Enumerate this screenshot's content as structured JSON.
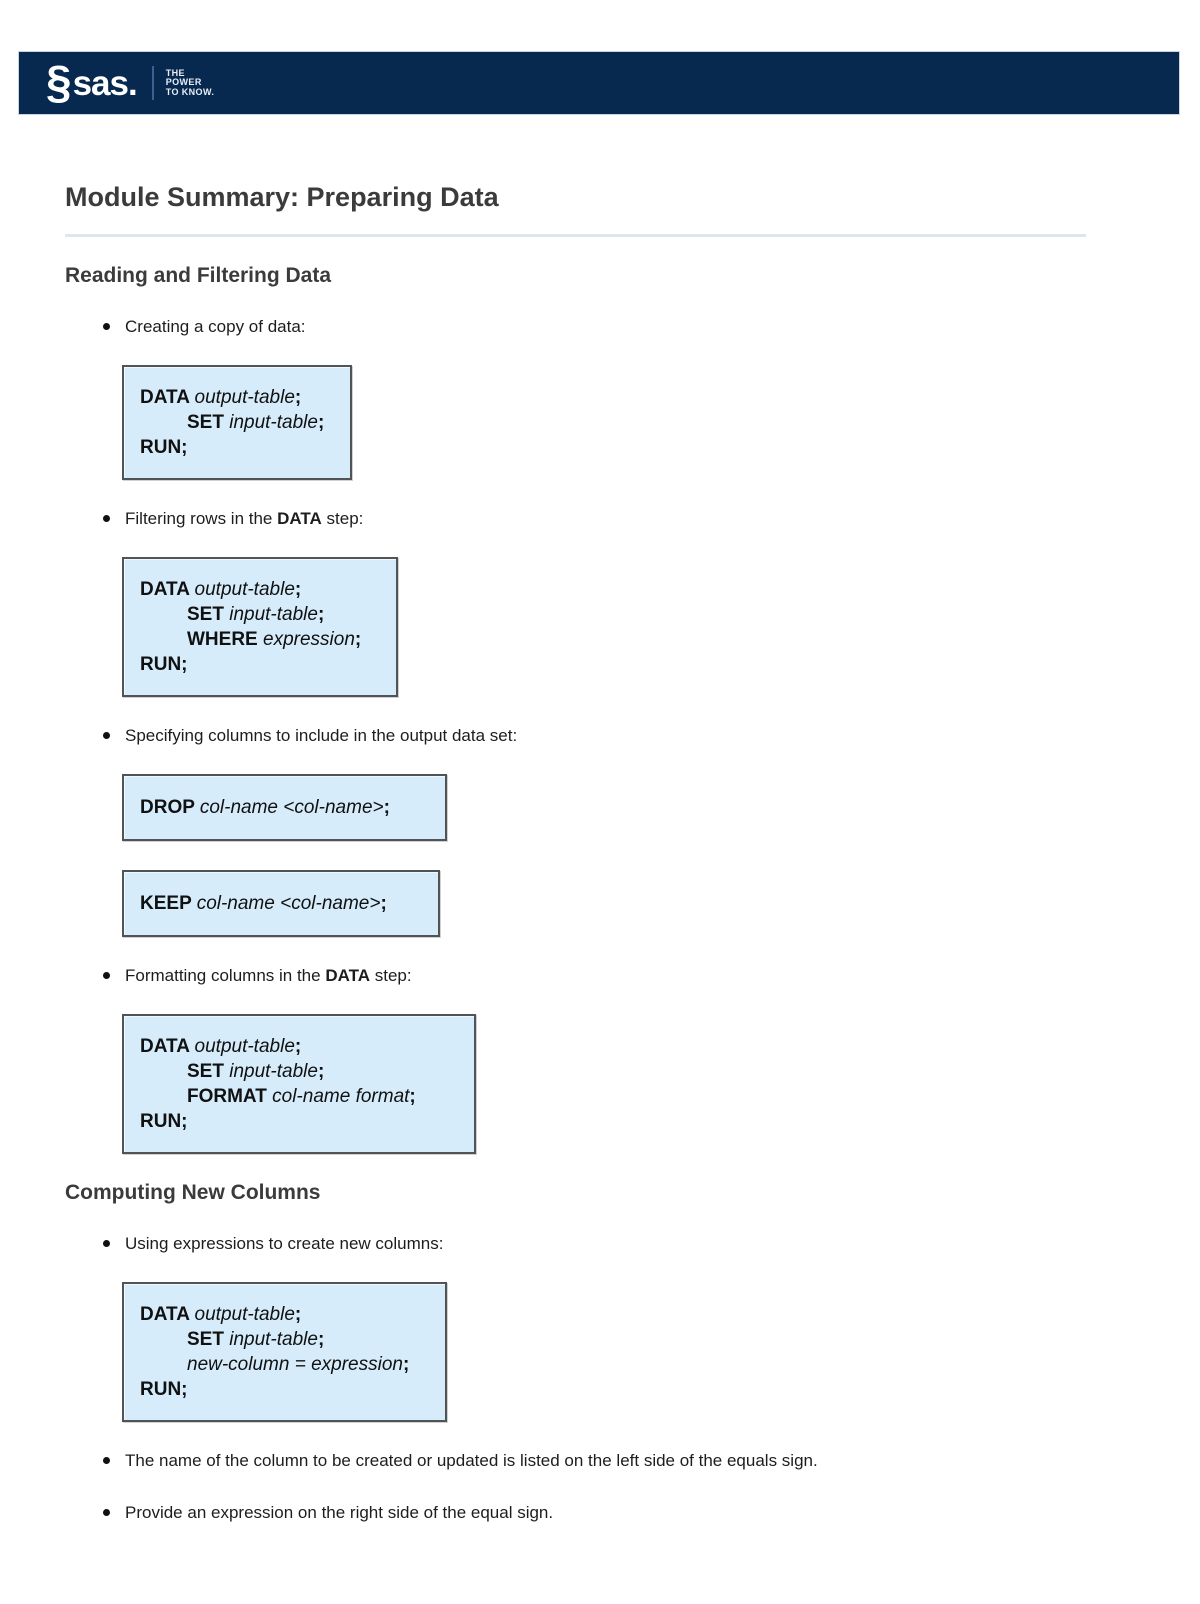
{
  "header": {
    "swirl": "§",
    "logo_text": "sas.",
    "tagline": [
      "THE",
      "POWER",
      "TO KNOW."
    ]
  },
  "title": "Module Summary: Preparing Data",
  "reading": {
    "heading": "Reading and Filtering Data",
    "bullets": {
      "copy": {
        "pre": "Creating a copy of data:",
        "bold": "",
        "post": ""
      },
      "filter": {
        "pre": "Filtering rows in the ",
        "bold": "DATA",
        "post": " step:"
      },
      "specify": {
        "pre": "Specifying columns to include in the output data set:",
        "bold": "",
        "post": ""
      },
      "format": {
        "pre": "Formatting columns in the ",
        "bold": "DATA",
        "post": " step:"
      }
    },
    "boxes": {
      "copy": {
        "lines": [
          {
            "kw": "DATA ",
            "it": "output-table",
            "end": ";"
          },
          {
            "kw": "SET ",
            "it": "input-table",
            "end": ";"
          },
          {
            "kw": "RUN;",
            "it": "",
            "end": ""
          }
        ]
      },
      "filter": {
        "lines": [
          {
            "kw": "DATA ",
            "it": "output-table",
            "end": ";"
          },
          {
            "kw": "SET ",
            "it": "input-table",
            "end": ";"
          },
          {
            "kw": "WHERE ",
            "it": "expression",
            "end": ";"
          },
          {
            "kw": "RUN;",
            "it": "",
            "end": ""
          }
        ]
      },
      "drop": {
        "lines": [
          {
            "kw": "DROP ",
            "it": "col-name <col-name>",
            "end": ";"
          }
        ]
      },
      "keep": {
        "lines": [
          {
            "kw": "KEEP ",
            "it": "col-name <col-name>",
            "end": ";"
          }
        ]
      },
      "format": {
        "lines": [
          {
            "kw": "DATA ",
            "it": "output-table",
            "end": ";"
          },
          {
            "kw": "SET ",
            "it": "input-table",
            "end": ";"
          },
          {
            "kw": "FORMAT ",
            "it": "col-name format",
            "end": ";"
          },
          {
            "kw": "RUN;",
            "it": "",
            "end": ""
          }
        ]
      }
    }
  },
  "computing": {
    "heading": "Computing New Columns",
    "bullets": {
      "expr": {
        "pre": "Using expressions to create new columns:",
        "bold": "",
        "post": ""
      },
      "left": {
        "pre": "The name of the column to be created or updated is listed on the left side of the equals sign.",
        "bold": "",
        "post": ""
      },
      "right": {
        "pre": "Provide an expression on the right side of the equal sign.",
        "bold": "",
        "post": ""
      }
    },
    "boxes": {
      "newcol": {
        "lines": [
          {
            "kw": "DATA ",
            "it": "output-table",
            "end": ";"
          },
          {
            "kw": "SET ",
            "it": "input-table",
            "end": ";"
          },
          {
            "kw": "",
            "it": "new-column = expression",
            "end": ";"
          },
          {
            "kw": "RUN;",
            "it": "",
            "end": ""
          }
        ]
      }
    }
  },
  "colors": {
    "header_navy": "#07294f",
    "box_fill": "#d6ecfb",
    "box_border": "#515457",
    "divider": "#dce6ee"
  }
}
